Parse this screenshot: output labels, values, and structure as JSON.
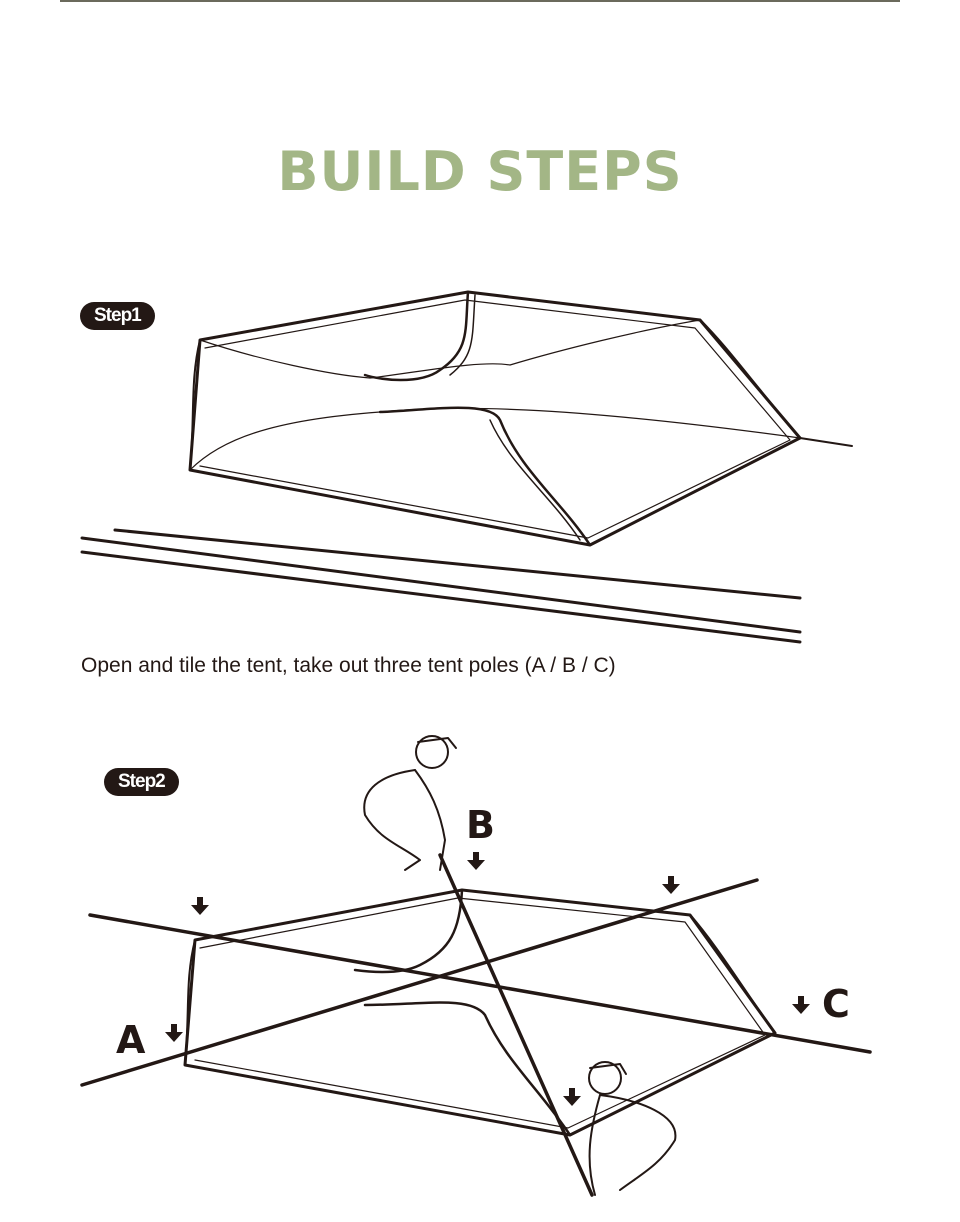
{
  "header": {
    "title": "BUILD STEPS"
  },
  "steps": [
    {
      "badge": "Step1",
      "caption": "Open and tile the tent, take out three tent poles (A / B / C)"
    },
    {
      "badge": "Step2",
      "pole_labels": [
        "A",
        "B",
        "C"
      ]
    }
  ],
  "colors": {
    "title": "#a3b686",
    "ink": "#231815"
  }
}
